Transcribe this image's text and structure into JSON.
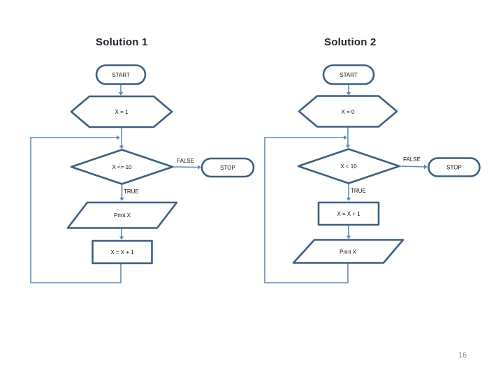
{
  "slide": {
    "page_number": "16",
    "colors": {
      "background": "#ffffff",
      "shape_border": "#3d5f80",
      "connector": "#6288b8",
      "title_text": "#20242e",
      "node_text": "#111111",
      "page_number_text": "#8a8a8a"
    }
  },
  "solution1": {
    "title": "Solution 1",
    "nodes": {
      "start": "START",
      "init": "X = 1",
      "condition": "X <= 10",
      "stop": "STOP",
      "print": "Print X",
      "increment": "X = X + 1"
    },
    "edges": {
      "false_label": "FALSE",
      "true_label": "TRUE"
    }
  },
  "solution2": {
    "title": "Solution 2",
    "nodes": {
      "start": "START",
      "init": "X = 0",
      "condition": "X < 10",
      "stop": "STOP",
      "increment": "X = X + 1",
      "print": "Print X"
    },
    "edges": {
      "false_label": "FALSE",
      "true_label": "TRUE"
    }
  }
}
